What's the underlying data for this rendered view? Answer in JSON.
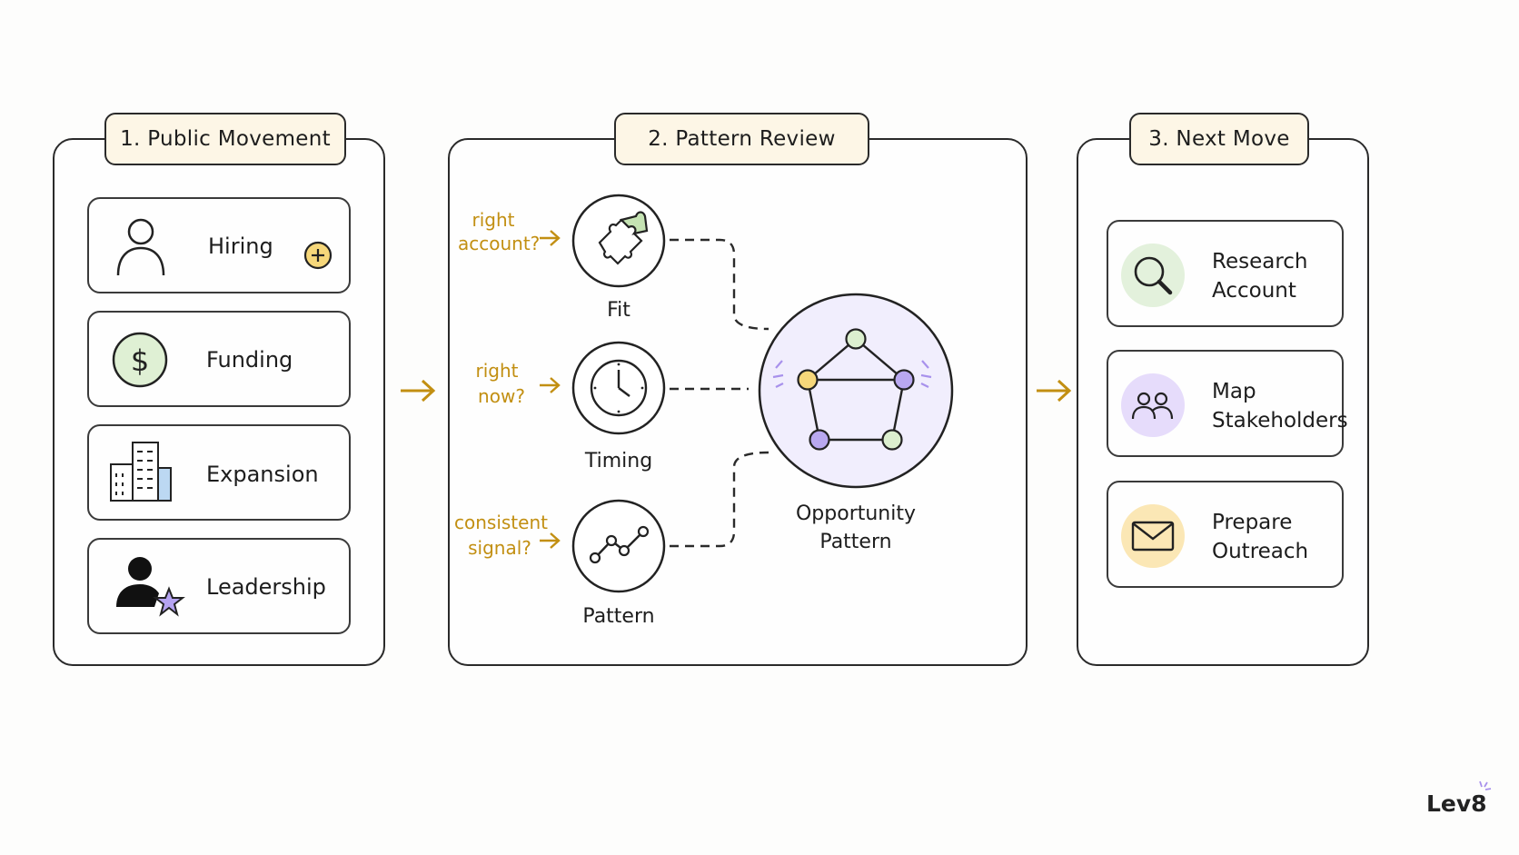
{
  "stages": {
    "public_movement": {
      "title": "1.  Public Movement",
      "items": [
        {
          "label": "Hiring",
          "icon": "person-icon",
          "badge_icon": "plus-circle-icon"
        },
        {
          "label": "Funding",
          "icon": "dollar-coin-icon"
        },
        {
          "label": "Expansion",
          "icon": "buildings-icon"
        },
        {
          "label": "Leadership",
          "icon": "leader-star-icon"
        }
      ]
    },
    "pattern_review": {
      "title": "2.  Pattern Review",
      "nodes": [
        {
          "label": "Fit",
          "question_line1": "right",
          "question_line2": "account?",
          "icon": "puzzle-icon"
        },
        {
          "label": "Timing",
          "question_line1": "right",
          "question_line2": "now?",
          "icon": "clock-icon"
        },
        {
          "label": "Pattern",
          "question_line1": "consistent",
          "question_line2": "signal?",
          "icon": "trend-line-icon"
        }
      ],
      "center": {
        "line1": "Opportunity",
        "line2": "Pattern",
        "icon": "pentagon-network-icon"
      }
    },
    "next_move": {
      "title": "3.  Next Move",
      "items": [
        {
          "line1": "Research",
          "line2": "Account",
          "icon": "magnifier-icon",
          "color": "#e3f1dc"
        },
        {
          "line1": "Map",
          "line2": "Stakeholders",
          "icon": "people-icon",
          "color": "#e6dcfb"
        },
        {
          "line1": "Prepare",
          "line2": "Outreach",
          "icon": "envelope-icon",
          "color": "#fbe7b5"
        }
      ]
    }
  },
  "brand": "Lev8",
  "colors": {
    "accent_gold": "#c28f12",
    "title_fill": "#fdf6e6",
    "green": "#d7ebc9",
    "purple": "#b9a8f0",
    "yellow": "#f6d77a"
  }
}
